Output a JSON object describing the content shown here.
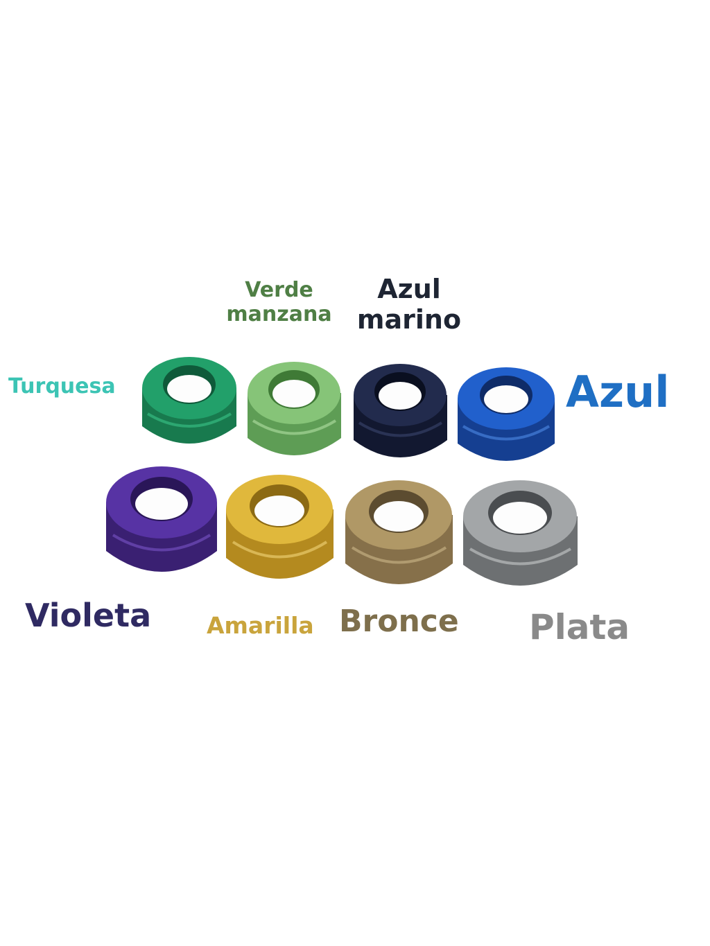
{
  "labels": {
    "turquesa": "Turquesa",
    "verde_line1": "Verde",
    "verde_line2": "manzana",
    "marino_line1": "Azul",
    "marino_line2": "marino",
    "azul": "Azul",
    "violeta": "Violeta",
    "amarilla": "Amarilla",
    "bronce": "Bronce",
    "plata": "Plata"
  },
  "colors": {
    "turquesa_text": "#3cc4b4",
    "verde_text": "#4f7f45",
    "marino_text": "#1e2533",
    "azul_text": "#1f6fc4",
    "violeta_text": "#2f2a62",
    "amarilla_text": "#c9a43c",
    "bronce_text": "#7e6f4c",
    "plata_text": "#8a8a8a",
    "turquesa_ring": "#1f8e5c",
    "verde_ring": "#77b56a",
    "marino_ring": "#1b2340",
    "azul_ring": "#1c52b8",
    "violeta_ring": "#4a2a8c",
    "amarilla_ring": "#d4a92c",
    "bronce_ring": "#a48a59",
    "plata_ring": "#8f9294"
  }
}
